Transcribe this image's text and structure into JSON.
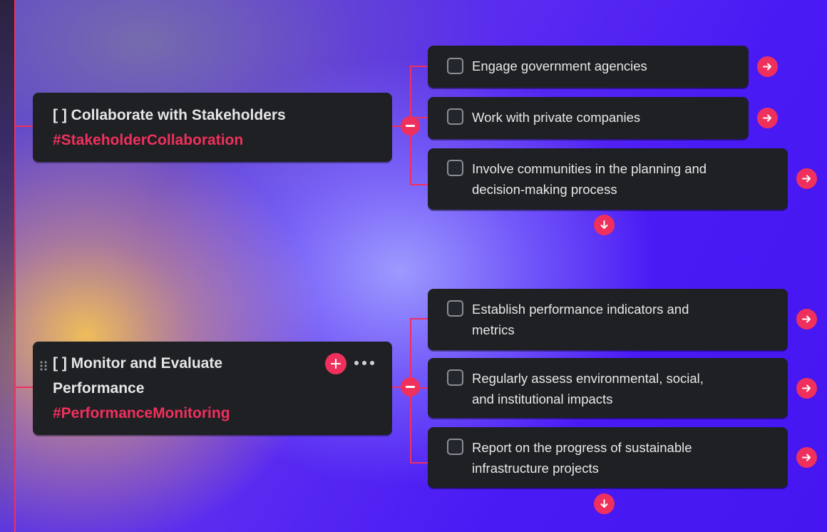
{
  "nodes": [
    {
      "title": "[ ] Collaborate with Stakeholders",
      "tag": "#StakeholderCollaboration",
      "children": [
        {
          "text": "Engage government agencies"
        },
        {
          "text": "Work with private companies"
        },
        {
          "text": "Involve communities in the planning and decision-making process"
        }
      ]
    },
    {
      "title": "[ ] Monitor and Evaluate Performance",
      "tag": "#PerformanceMonitoring",
      "children": [
        {
          "text": "Establish performance indicators and metrics"
        },
        {
          "text": "Regularly assess environmental, social, and institutional impacts"
        },
        {
          "text": "Report on the progress of sustainable infrastructure projects"
        }
      ]
    }
  ],
  "icons": {
    "add": "plus-icon",
    "more": "ellipsis-icon",
    "navigate": "arrow-right-icon",
    "expand": "arrow-down-icon",
    "collapse": "minus-icon",
    "drag": "drag-handle-icon"
  },
  "colors": {
    "accent": "#f0305c",
    "card": "#1e2024",
    "text": "#e6e6e6"
  }
}
